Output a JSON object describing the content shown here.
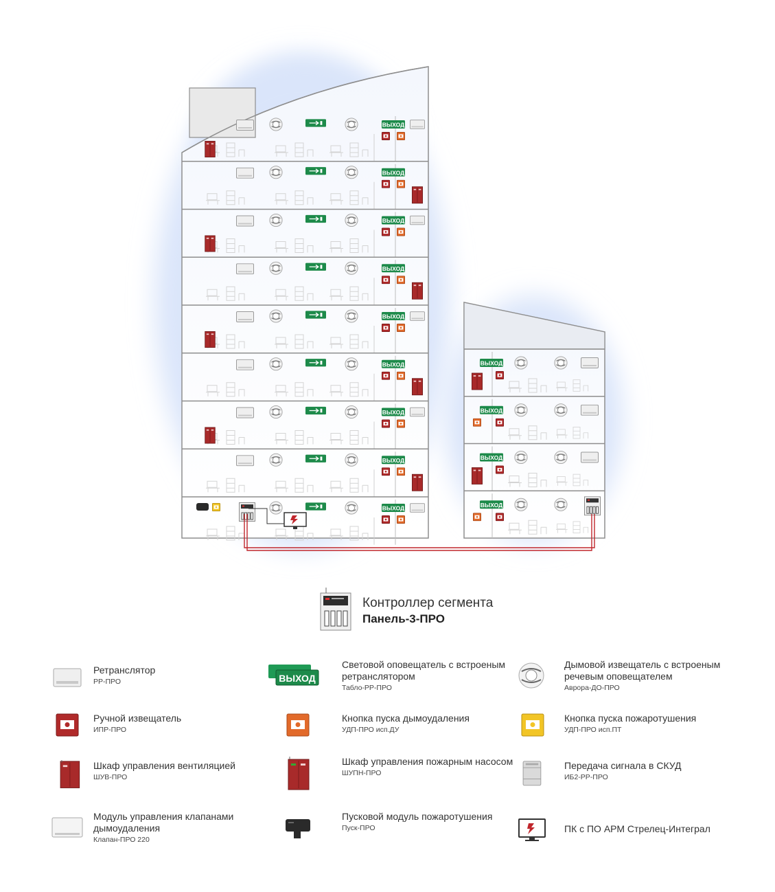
{
  "labels": {
    "exit_sign": "ВЫХОД"
  },
  "controller": {
    "title": "Контроллер сегмента",
    "name": "Панель-3-ПРО"
  },
  "legend": [
    {
      "icon": "repeater-icon",
      "title": "Ретранслятор",
      "model": "РР-ПРО"
    },
    {
      "icon": "exit-sign-icon",
      "title": "Световой оповещатель с встроеным ретранслятором",
      "model": "Табло-РР-ПРО"
    },
    {
      "icon": "smoke-detector-icon",
      "title": "Дымовой извещатель с встроеным речевым оповещателем",
      "model": "Аврора-ДО-ПРО"
    },
    {
      "icon": "manual-call-point-icon",
      "title": "Ручной извещатель",
      "model": "ИПР-ПРО"
    },
    {
      "icon": "smoke-removal-button-icon",
      "title": "Кнопка пуска дымоудаления",
      "model": "УДП-ПРО исп.ДУ"
    },
    {
      "icon": "extinguishing-button-icon",
      "title": "Кнопка пуска пожаротушения",
      "model": "УДП-ПРО исп.ПТ"
    },
    {
      "icon": "ventilation-cabinet-icon",
      "title": "Шкаф управления вентиляцией",
      "model": "ШУВ-ПРО"
    },
    {
      "icon": "pump-cabinet-icon",
      "title": "Шкаф управления пожарным насосом",
      "model": "ШУПН-ПРО"
    },
    {
      "icon": "access-control-module-icon",
      "title": "Передача сигнала в СКУД",
      "model": "ИБ2-РР-ПРО"
    },
    {
      "icon": "valve-module-icon",
      "title": "Модуль управления клапанами дымоудаления",
      "model": "Клапан-ПРО 220"
    },
    {
      "icon": "launch-module-icon",
      "title": "Пусковой модуль пожаротушения",
      "model": "Пуск-ПРО"
    },
    {
      "icon": "pc-workstation-icon",
      "title": "ПК с ПО АРМ Стрелец-Интеграл",
      "model": ""
    }
  ],
  "colors": {
    "glow": "#dde8fb",
    "building_line": "#8e8e8e",
    "fire_red": "#a82a2a",
    "exit_green": "#1d8a4a",
    "orange_button": "#e26a2a",
    "yellow_button": "#f2c526",
    "loop_line": "#c0262c"
  }
}
